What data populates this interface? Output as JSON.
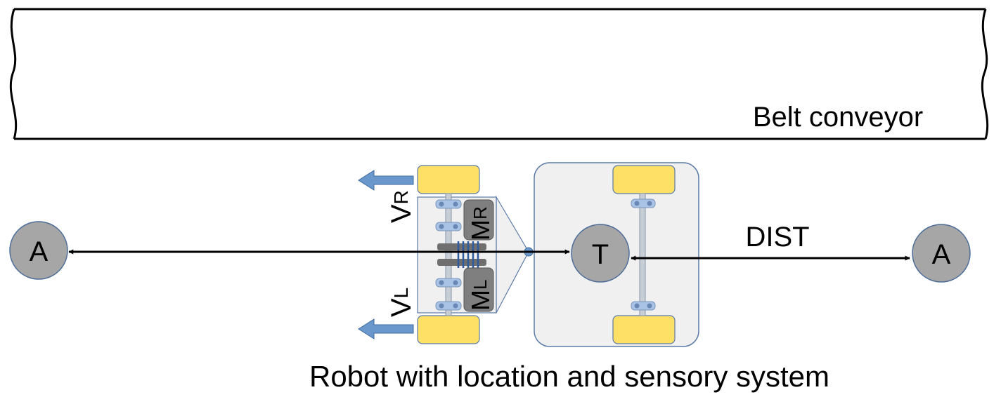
{
  "conveyor": {
    "label": "Belt conveyor"
  },
  "nodes": {
    "left_anchor": "A",
    "target": "T",
    "right_anchor": "A"
  },
  "distance": {
    "label": "DIST"
  },
  "robot": {
    "caption": "Robot with location and sensory system",
    "velocity_right": {
      "base": "V",
      "sub": "R"
    },
    "velocity_left": {
      "base": "V",
      "sub": "L"
    },
    "motor_right": {
      "base": "M",
      "sub": "R"
    },
    "motor_left": {
      "base": "M",
      "sub": "L"
    }
  },
  "colors": {
    "wheel": "#FFE066",
    "node_fill": "#A6A6A6",
    "arrow_blue": "#6A97CC",
    "motor": "#7F7F7F",
    "robot_body": "#F0F0F0",
    "outline": "#5B7BA8"
  },
  "icons": [
    "left-arrow-icon",
    "axle-bolt-icon",
    "spring-icon"
  ]
}
